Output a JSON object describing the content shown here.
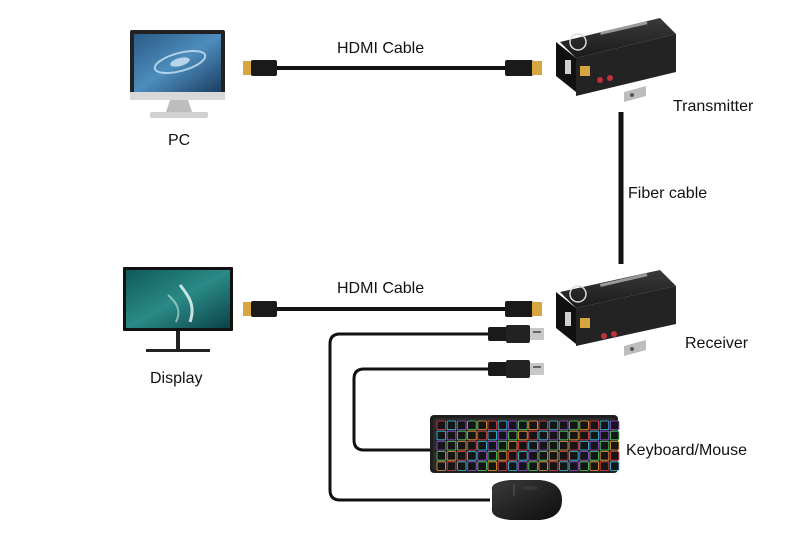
{
  "labels": {
    "hdmi_cable_top": "HDMI Cable",
    "hdmi_cable_bottom": "HDMI Cable",
    "pc": "PC",
    "transmitter": "Transmitter",
    "fiber_cable": "Fiber cable",
    "receiver": "Receiver",
    "display": "Display",
    "keyboard_mouse": "Keyboard/Mouse"
  },
  "colors": {
    "cable": "#111111",
    "device_body": "#1c1c1c",
    "port_red": "#c2323a",
    "port_gold": "#d7a640",
    "keyboard_backlight": [
      "#e6404a",
      "#36c6e6",
      "#9a4fe0",
      "#4fd66a",
      "#f0a030"
    ]
  },
  "icons": {
    "pc": "monitor-icon",
    "display": "display-icon",
    "transmitter": "fiber-transmitter-icon",
    "receiver": "fiber-receiver-icon",
    "keyboard": "keyboard-icon",
    "mouse": "mouse-icon"
  }
}
